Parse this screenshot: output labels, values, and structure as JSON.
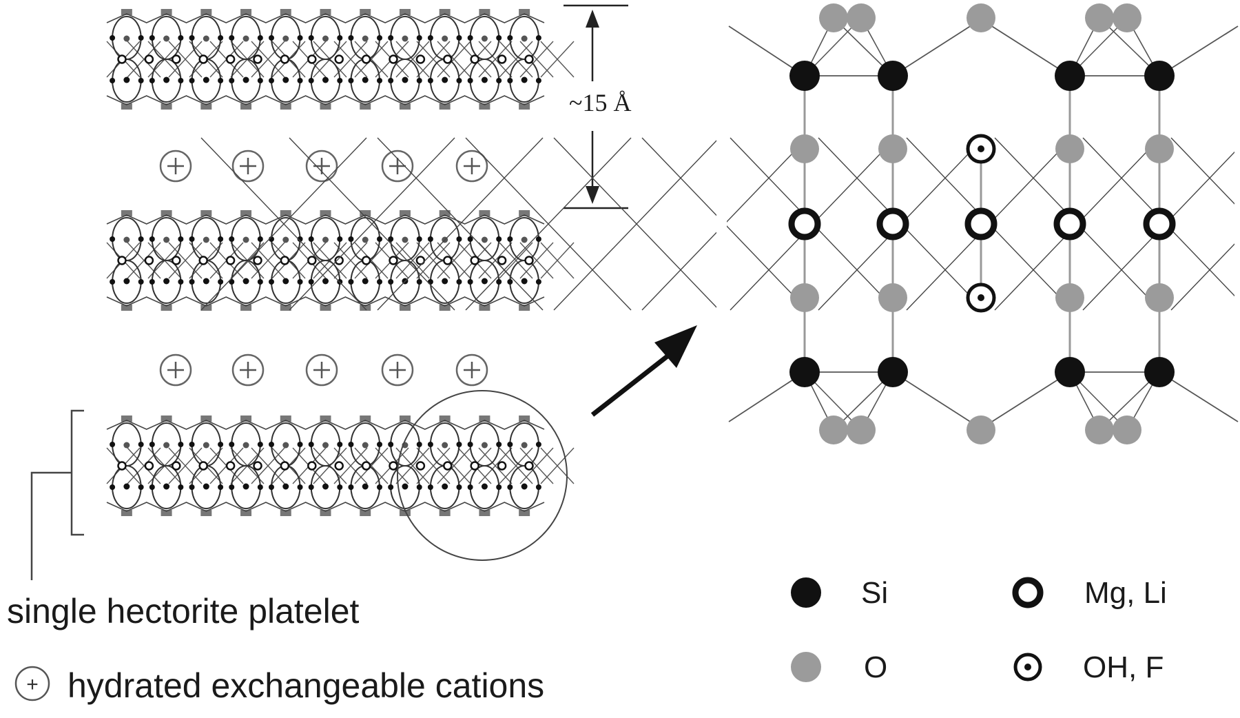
{
  "spacing_label": "~15 Å",
  "platelet_label": "single hectorite platelet",
  "cation_label": "hydrated exchangeable cations",
  "cation_symbol": "+",
  "legend": [
    {
      "symbol": "filled-black-dot",
      "text": "Si"
    },
    {
      "symbol": "filled-gray-dot",
      "text": "O"
    },
    {
      "symbol": "thick-ring",
      "text": "Mg, Li"
    },
    {
      "symbol": "ring-with-dot",
      "text": "OH, F"
    }
  ],
  "colors": {
    "ink": "#111111",
    "oxygen_gray": "#9b9b9b",
    "line": "#555555",
    "background": "#ffffff"
  }
}
